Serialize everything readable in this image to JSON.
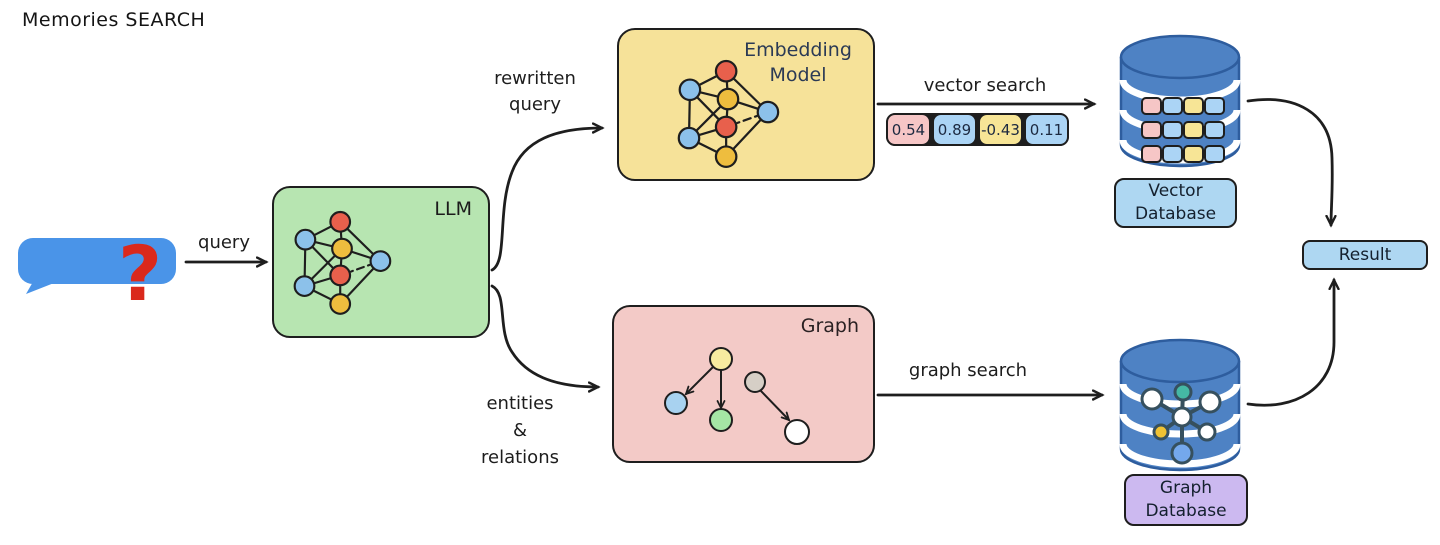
{
  "title": "Memories SEARCH",
  "nodes": {
    "chat": {
      "icon": "chat-bubble-question-icon"
    },
    "llm": {
      "label": "LLM",
      "icon": "neural-network-icon",
      "color": "#b7e5b1"
    },
    "embedding": {
      "label": "Embedding\nModel",
      "icon": "neural-network-icon",
      "color": "#f6e299"
    },
    "graph": {
      "label": "Graph",
      "icon": "directed-graph-icon",
      "color": "#f3cac7"
    },
    "vector_db": {
      "label": "Vector\nDatabase",
      "icon": "database-cylinder-icon",
      "label_color": "#aed7f2"
    },
    "graph_db": {
      "label": "Graph\nDatabase",
      "icon": "database-cylinder-icon",
      "label_color": "#ccb9f0"
    },
    "result": {
      "label": "Result",
      "color": "#aed7f2"
    }
  },
  "edges": {
    "query": {
      "from": "chat",
      "to": "llm",
      "label": "query"
    },
    "rewritten_query": {
      "from": "llm",
      "to": "embedding",
      "label": "rewritten\nquery"
    },
    "entities_relations": {
      "from": "llm",
      "to": "graph",
      "label": "entities\n&\nrelations"
    },
    "vector_search": {
      "from": "embedding",
      "to": "vector_db",
      "label": "vector search"
    },
    "graph_search": {
      "from": "graph",
      "to": "graph_db",
      "label": "graph search"
    },
    "vector_db_to_result": {
      "from": "vector_db",
      "to": "result"
    },
    "graph_db_to_result": {
      "from": "graph_db",
      "to": "result"
    }
  },
  "vector_chips": [
    {
      "value": "0.54",
      "color": "#f6c6c6"
    },
    {
      "value": "0.89",
      "color": "#abd4f5"
    },
    {
      "value": "-0.43",
      "color": "#f7e596"
    },
    {
      "value": "0.11",
      "color": "#abd4f5"
    }
  ],
  "colors": {
    "chat_bubble": "#4a94e8",
    "question_mark": "#da291c",
    "llm_box": "#b7e5b1",
    "embedding_box": "#f6e299",
    "graph_box": "#f3cac7",
    "network_node_red": "#e8604c",
    "network_node_blue": "#8cc1ea",
    "network_node_yellow": "#eebd3e",
    "db_cylinder": "#4e82c4",
    "vector_db_label_bg": "#aed7f2",
    "graph_db_label_bg": "#ccb9f0",
    "result_bg": "#aed7f2",
    "stroke": "#1e1e1e"
  }
}
